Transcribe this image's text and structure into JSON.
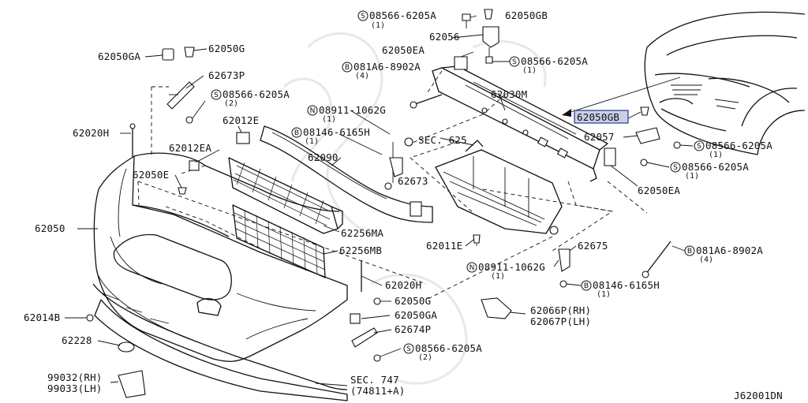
{
  "diagram_id": "J62001DN",
  "highlight_color": "#c9cfe8",
  "labels": {
    "l_08566_6205A_top": "08566-6205A",
    "l_08566_6205A_top_q": "(1)",
    "l_62050GB": "62050GB",
    "l_62056": "62056",
    "l_62050EA_top": "62050EA",
    "l_08566_6205A_mid": "08566-6205A",
    "l_08566_6205A_mid_q": "(1)",
    "l_081A6_8902A_top": "081A6-8902A",
    "l_081A6_8902A_top_q": "(4)",
    "l_62030M": "62030M",
    "l_62050GA_left": "62050GA",
    "l_62050G_left": "62050G",
    "l_62673P": "62673P",
    "l_08566_6205A_left": "08566-6205A",
    "l_08566_6205A_left_q": "(2)",
    "l_08911_1062G_top": "08911-1062G",
    "l_08911_1062G_top_q": "(1)",
    "l_62012E": "62012E",
    "l_08146_6165H_top": "08146-6165H",
    "l_08146_6165H_top_q": "(1)",
    "l_SEC625": "SEC. 625",
    "l_62020H_left": "62020H",
    "l_62012EA": "62012EA",
    "l_62090": "62090",
    "l_62050E": "62050E",
    "l_62673": "62673",
    "l_62050": "62050",
    "l_62256MA": "62256MA",
    "l_62011E": "62011E",
    "l_62256MB": "62256MB",
    "l_08911_1062G_bot": "08911-1062G",
    "l_08911_1062G_bot_q": "(1)",
    "l_62675": "62675",
    "l_62020H_bot": "62020H",
    "l_08146_6165H_bot": "08146-6165H",
    "l_08146_6165H_bot_q": "(1)",
    "l_62014B": "62014B",
    "l_62050G_bot": "62050G",
    "l_62050GA_bot": "62050GA",
    "l_62674P": "62674P",
    "l_62066P": "62066P(RH)",
    "l_62067P": "62067P(LH)",
    "l_62228": "62228",
    "l_08566_6205A_bot": "08566-6205A",
    "l_08566_6205A_bot_q": "(2)",
    "l_99032": "99032(RH)",
    "l_99033": "99033(LH)",
    "l_SEC747": "SEC. 747",
    "l_74811A": "(74811+A)",
    "l_62050GB_hl": "62050GB",
    "l_62057": "62057",
    "l_08566_6205A_r1": "08566-6205A",
    "l_08566_6205A_r1_q": "(1)",
    "l_08566_6205A_r2": "08566-6205A",
    "l_08566_6205A_r2_q": "(1)",
    "l_62050EA_right": "62050EA",
    "l_081A6_8902A_right": "081A6-8902A",
    "l_081A6_8902A_right_q": "(4)"
  },
  "markers": {
    "S": "S",
    "B": "B",
    "N": "N"
  }
}
